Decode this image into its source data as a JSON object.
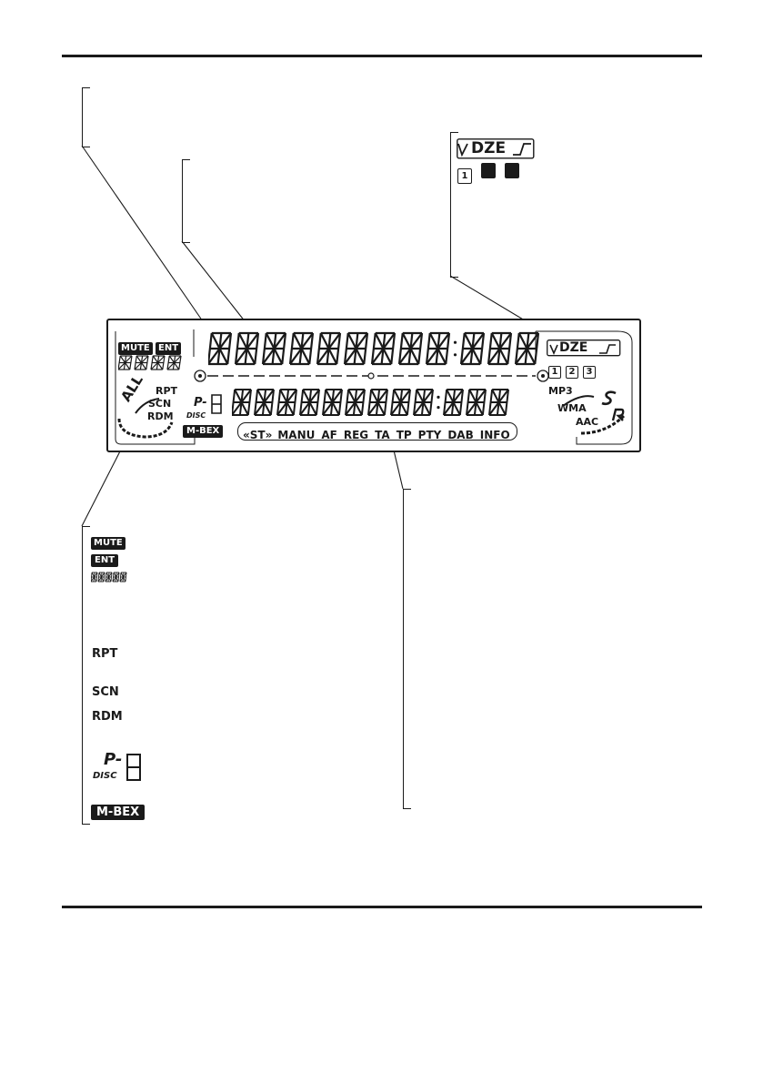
{
  "display": {
    "upper_row_chars": 12,
    "lower_row_chars": 12,
    "mute": "MUTE",
    "ent": "ENT",
    "all": "ALL",
    "rpt": "RPT",
    "scn": "SCN",
    "rdm": "RDM",
    "p_letter": "P-",
    "disc_label": "DISC",
    "mbex": "M-BEX",
    "bottom_indicators": [
      "«ST»",
      "MANU",
      "AF",
      "REG",
      "TA",
      "TP",
      "PTY",
      "DAB",
      "INFO"
    ],
    "dze_label": "DZE",
    "dze_numbers": [
      "1",
      "2",
      "3"
    ],
    "formats": [
      "MP3",
      "WMA",
      "AAC"
    ]
  },
  "callout_dze": {
    "label": "DZE",
    "numbers": [
      "1",
      "",
      ""
    ]
  },
  "legend": {
    "mute": "MUTE",
    "ent": "ENT",
    "rpt": "RPT",
    "scn": "SCN",
    "rdm": "RDM",
    "p_letter": "P-",
    "disc_label": "DISC",
    "mbex": "M-BEX"
  }
}
